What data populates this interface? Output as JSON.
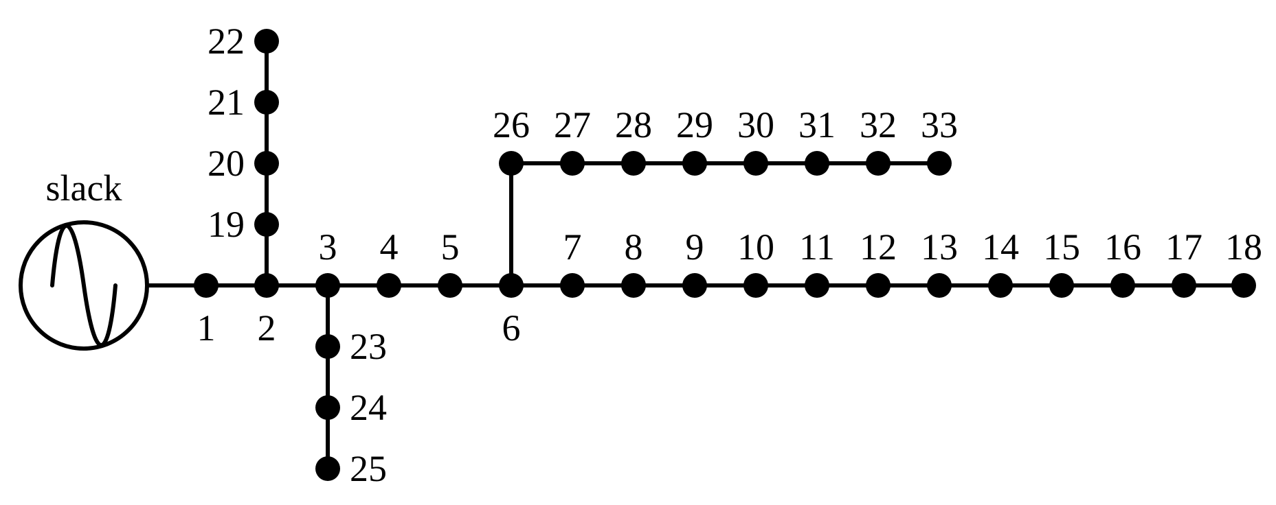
{
  "diagram": {
    "slack_label": "slack",
    "buses": [
      "1",
      "2",
      "3",
      "4",
      "5",
      "6",
      "7",
      "8",
      "9",
      "10",
      "11",
      "12",
      "13",
      "14",
      "15",
      "16",
      "17",
      "18",
      "19",
      "20",
      "21",
      "22",
      "23",
      "24",
      "25",
      "26",
      "27",
      "28",
      "29",
      "30",
      "31",
      "32",
      "33"
    ],
    "branches": [
      [
        "slack",
        "1"
      ],
      [
        "1",
        "2"
      ],
      [
        "2",
        "3"
      ],
      [
        "3",
        "4"
      ],
      [
        "4",
        "5"
      ],
      [
        "5",
        "6"
      ],
      [
        "6",
        "7"
      ],
      [
        "7",
        "8"
      ],
      [
        "8",
        "9"
      ],
      [
        "9",
        "10"
      ],
      [
        "10",
        "11"
      ],
      [
        "11",
        "12"
      ],
      [
        "12",
        "13"
      ],
      [
        "13",
        "14"
      ],
      [
        "14",
        "15"
      ],
      [
        "15",
        "16"
      ],
      [
        "16",
        "17"
      ],
      [
        "17",
        "18"
      ],
      [
        "2",
        "19"
      ],
      [
        "19",
        "20"
      ],
      [
        "20",
        "21"
      ],
      [
        "21",
        "22"
      ],
      [
        "3",
        "23"
      ],
      [
        "23",
        "24"
      ],
      [
        "24",
        "25"
      ],
      [
        "6",
        "26"
      ],
      [
        "26",
        "27"
      ],
      [
        "27",
        "28"
      ],
      [
        "28",
        "29"
      ],
      [
        "29",
        "30"
      ],
      [
        "30",
        "31"
      ],
      [
        "31",
        "32"
      ],
      [
        "32",
        "33"
      ]
    ]
  }
}
